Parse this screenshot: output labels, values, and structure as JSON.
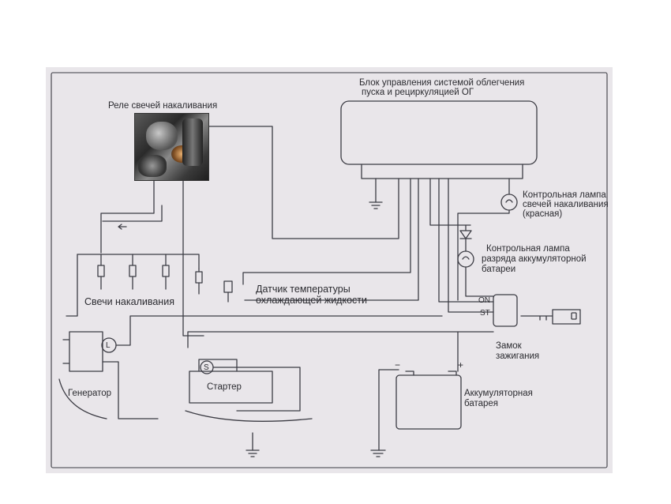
{
  "labels": {
    "glow_relay": "Реле свечей накаливания",
    "control_unit_line1": "Блок управления системой облегчения",
    "control_unit_line2": "пуска и рециркуляцией ОГ",
    "glow_lamp_line1": "Контрольная лампа",
    "glow_lamp_line2": "свечей накаливания",
    "glow_lamp_line3": "(красная)",
    "charge_lamp_line1": "Контрольная лампа",
    "charge_lamp_line2": "разряда аккумуляторной",
    "charge_lamp_line3": "батареи",
    "temp_sensor_line1": "Датчик температуры",
    "temp_sensor_line2": "охлаждающей жидкости",
    "glow_plugs": "Свечи накаливания",
    "generator": "Генератор",
    "starter": "Стартер",
    "ignition_lock_line1": "Замок",
    "ignition_lock_line2": "зажигания",
    "battery_line1": "Аккумуляторная",
    "battery_line2": "батарея",
    "on": "ON",
    "st": "ST",
    "gen_terminal": "L",
    "starter_terminal": "S",
    "battery_minus": "−",
    "battery_plus": "+"
  }
}
